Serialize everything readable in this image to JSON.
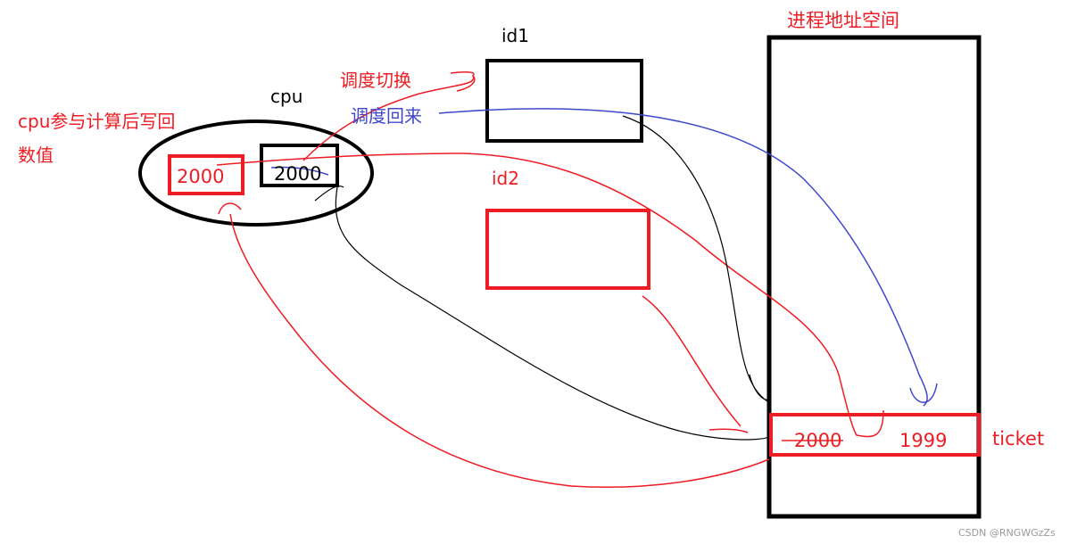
{
  "labels": {
    "address_space": "进程地址空间",
    "id1": "id1",
    "id2": "id2",
    "cpu": "cpu",
    "switch": "调度切换",
    "switch_back": "调度回来",
    "writeback_line1": "cpu参与计算后写回",
    "writeback_line2": "数值",
    "ticket": "ticket",
    "watermark": "CSDN @RNGWGzZs"
  },
  "values": {
    "register_value": "2000",
    "cpu_value": "2000",
    "ticket_old": "2000",
    "ticket_new": "1999"
  },
  "colors": {
    "red": "#ee1c24",
    "blue": "#3f48cc",
    "black": "#000000"
  }
}
